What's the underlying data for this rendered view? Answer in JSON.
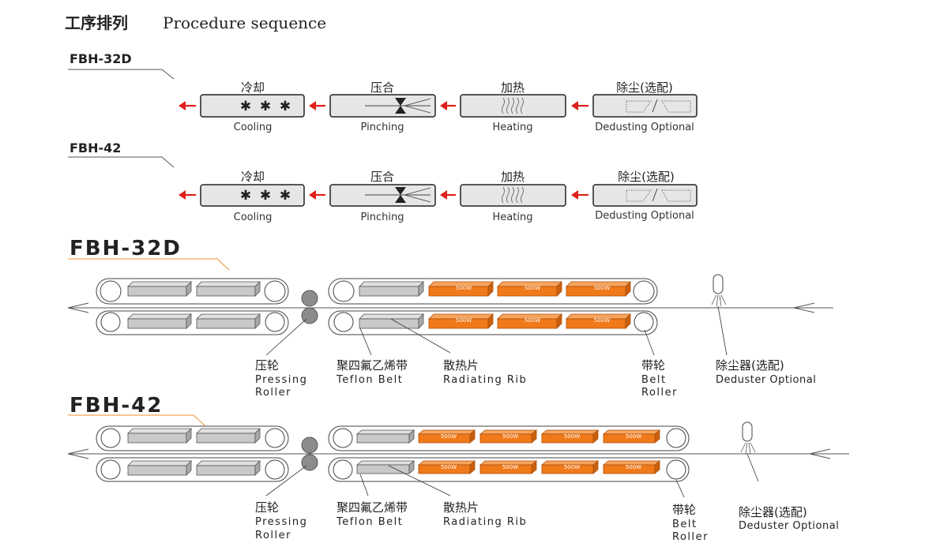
{
  "header": {
    "title_cn": "工序排列",
    "title_en": "Procedure sequence"
  },
  "flows": [
    {
      "model": "FBH-32D",
      "steps": [
        {
          "cn": "冷却",
          "en": "Cooling",
          "icon": "snowflake-icon"
        },
        {
          "cn": "压合",
          "en": "Pinching",
          "icon": "pinch-icon"
        },
        {
          "cn": "加热",
          "en": "Heating",
          "icon": "heat-waves-icon"
        },
        {
          "cn": "除尘(选配)",
          "en": "Dedusting Optional",
          "icon": "dust-icon"
        }
      ]
    },
    {
      "model": "FBH-42",
      "steps": [
        {
          "cn": "冷却",
          "en": "Cooling",
          "icon": "snowflake-icon"
        },
        {
          "cn": "压合",
          "en": "Pinching",
          "icon": "pinch-icon"
        },
        {
          "cn": "加热",
          "en": "Heating",
          "icon": "heat-waves-icon"
        },
        {
          "cn": "除尘(选配)",
          "en": "Dedusting Optional",
          "icon": "dust-icon"
        }
      ]
    }
  ],
  "machines": [
    {
      "model": "FBH-32D",
      "heater_label": "500W",
      "labels": {
        "roller_cn": "压轮",
        "roller_en1": "Pressing",
        "roller_en2": "Roller",
        "belt_cn": "聚四氟乙烯带",
        "belt_en": "Teflon Belt",
        "rib_cn": "散热片",
        "rib_en": "Radiating  Rib",
        "wheel_cn": "带轮",
        "wheel_en1": "Belt",
        "wheel_en2": "Roller",
        "duster_cn": "除尘器(选配)",
        "duster_en": "Deduster Optional"
      }
    },
    {
      "model": "FBH-42",
      "heater_label": "500W",
      "labels": {
        "roller_cn": "压轮",
        "roller_en1": "Pressing",
        "roller_en2": "Roller",
        "belt_cn": "聚四氟乙烯带",
        "belt_en": "Teflon Belt",
        "rib_cn": "散热片",
        "rib_en": "Radiating  Rib",
        "wheel_cn": "带轮",
        "wheel_en1": "Belt",
        "wheel_en2": "Roller",
        "duster_cn": "除尘器(选配)",
        "duster_en": "Deduster Optional"
      }
    }
  ],
  "colors": {
    "arrow": "#e0201b",
    "box_fill": "#e6e6e6",
    "heater": "#f07a1a",
    "heater_dark": "#b04f08",
    "plate": "#c9c9c9",
    "roller": "#8c8c8c",
    "leader_orange": "#f0a35a",
    "line": "#333333"
  }
}
